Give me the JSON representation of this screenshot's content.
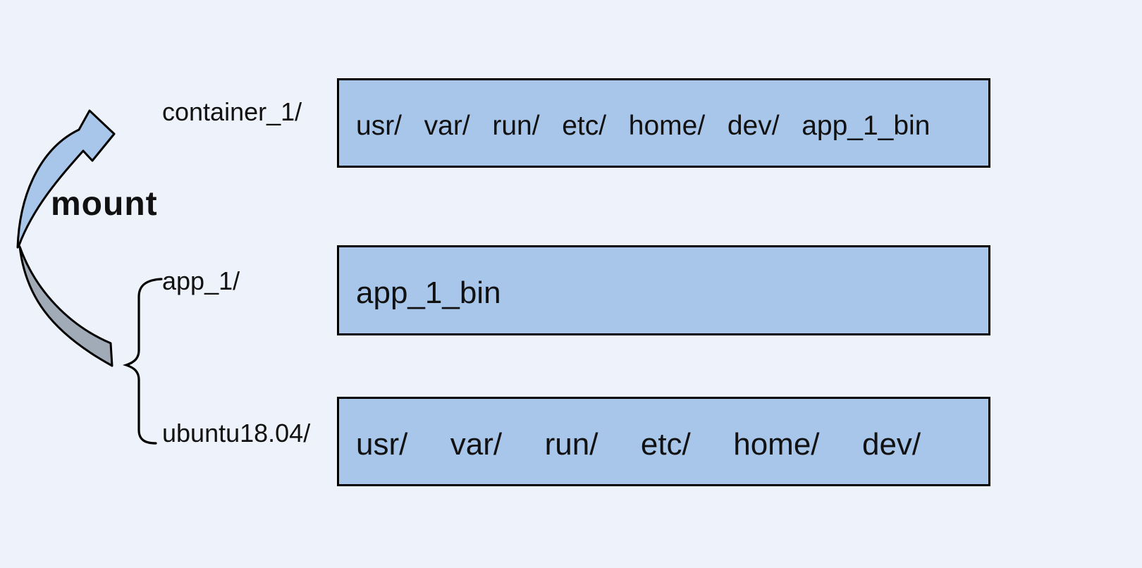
{
  "colors": {
    "background": "#eef2fa",
    "box_fill": "#a8c6ea",
    "box_border": "#000000",
    "arrow_blue": "#a8c6ea",
    "arrow_gray": "#a1abb8",
    "line": "#000000",
    "text": "#111111"
  },
  "arrow": {
    "icon": "curved-mount-arrow",
    "label": "mount"
  },
  "brace": {
    "icon": "curly-brace"
  },
  "rows": [
    {
      "label": "container_1/",
      "entries": [
        "usr/",
        "var/",
        "run/",
        "etc/",
        "home/",
        "dev/",
        "app_1_bin"
      ]
    },
    {
      "label": "app_1/",
      "entries": [
        "app_1_bin"
      ]
    },
    {
      "label": "ubuntu18.04/",
      "entries": [
        "usr/",
        "var/",
        "run/",
        "etc/",
        "home/",
        "dev/"
      ]
    }
  ]
}
